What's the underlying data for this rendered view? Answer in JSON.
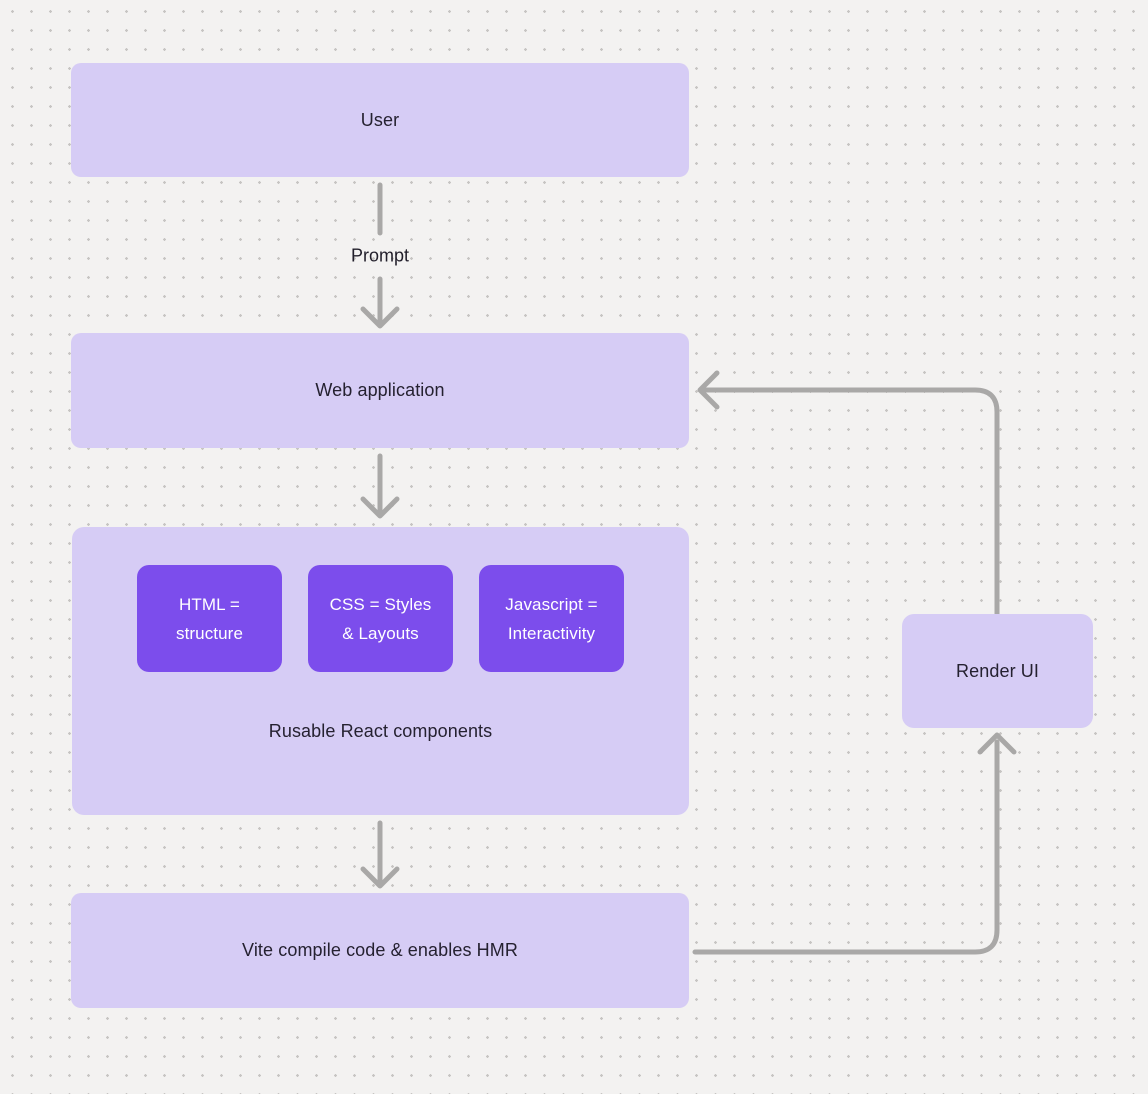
{
  "diagram": {
    "nodes": {
      "user": {
        "label": "User"
      },
      "web_application": {
        "label": "Web application"
      },
      "components_group": {
        "chips": [
          {
            "lines": [
              "HTML =",
              "structure"
            ]
          },
          {
            "lines": [
              "CSS = Styles",
              "& Layouts"
            ]
          },
          {
            "lines": [
              "Javascript =",
              "Interactivity"
            ]
          }
        ],
        "caption": "Rusable React components"
      },
      "vite": {
        "label": "Vite compile code & enables HMR"
      },
      "render_ui": {
        "label": "Render UI"
      }
    },
    "edge_labels": {
      "user_to_web_application": "Prompt"
    },
    "colors": {
      "background": "#f3f2f1",
      "dot_grid": "#c7c5c3",
      "node_fill": "#d6ccf5",
      "chip_fill": "#7c4dec",
      "chip_text": "#ffffff",
      "node_text": "#252130",
      "arrow": "#a9a8a7"
    }
  }
}
